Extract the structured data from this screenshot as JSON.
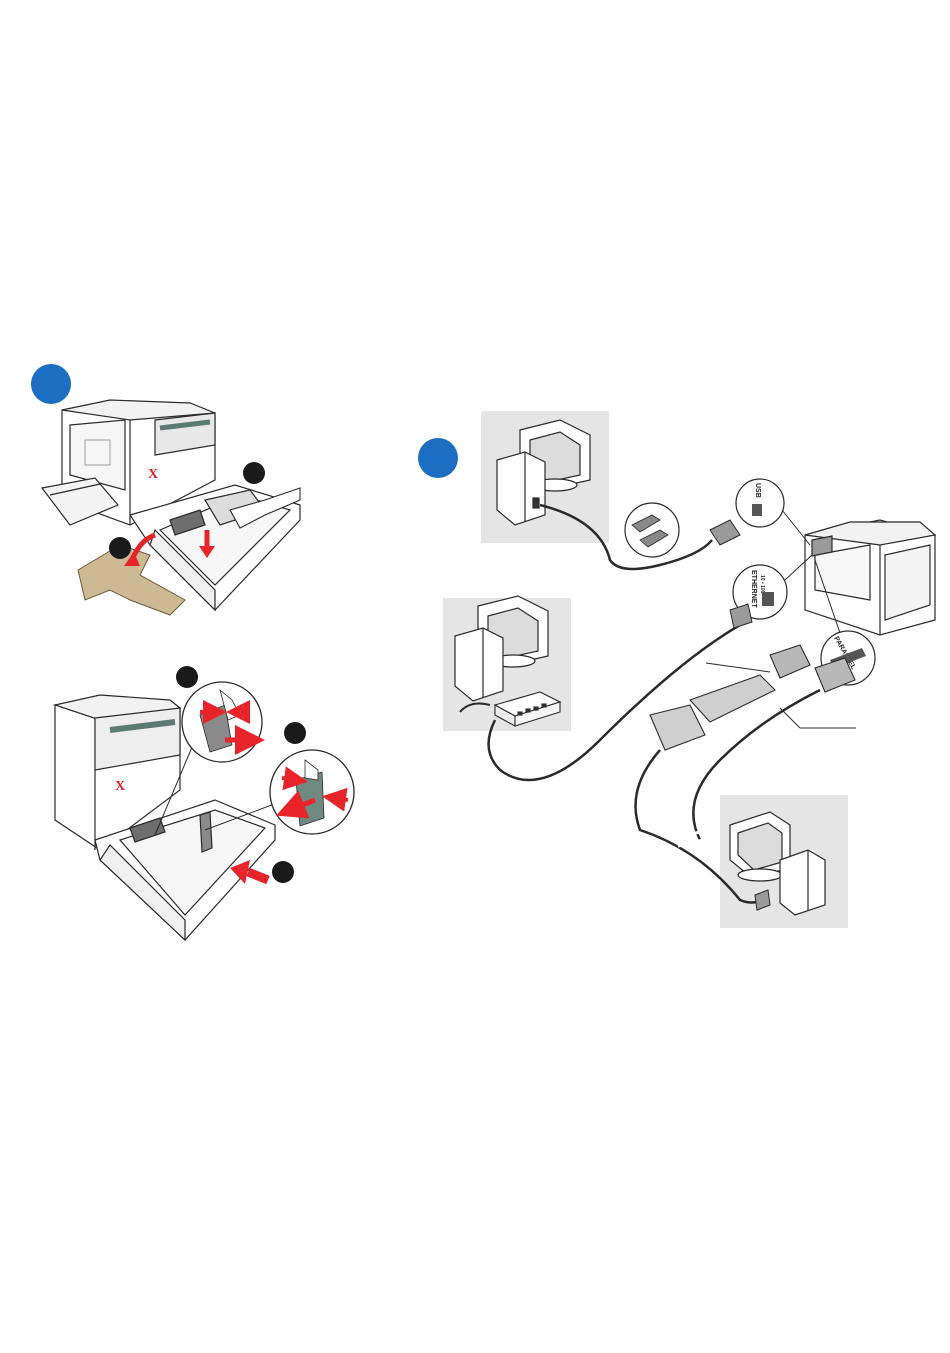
{
  "steps": {
    "left": {
      "badge_color": "#1b6ec2"
    },
    "right": {
      "badge_color": "#1b6ec2"
    }
  },
  "printer": {
    "logo": "X",
    "logo_color": "#d8232a"
  },
  "ports": {
    "usb": "USB",
    "ethernet": "ETHERNET",
    "ethernet_sub": "10 • 100",
    "parallel": "PARALLEL"
  },
  "colors": {
    "arrow": "#e8242b",
    "panel_bg": "#e5e5e5",
    "badge_dark": "#1a1a1a",
    "line": "#2a2a2a",
    "box_tan": "#cdb994"
  },
  "icons": [
    "usb-symbol",
    "ethernet-jack",
    "parallel-port",
    "red-arrow",
    "computer",
    "network-hub"
  ]
}
